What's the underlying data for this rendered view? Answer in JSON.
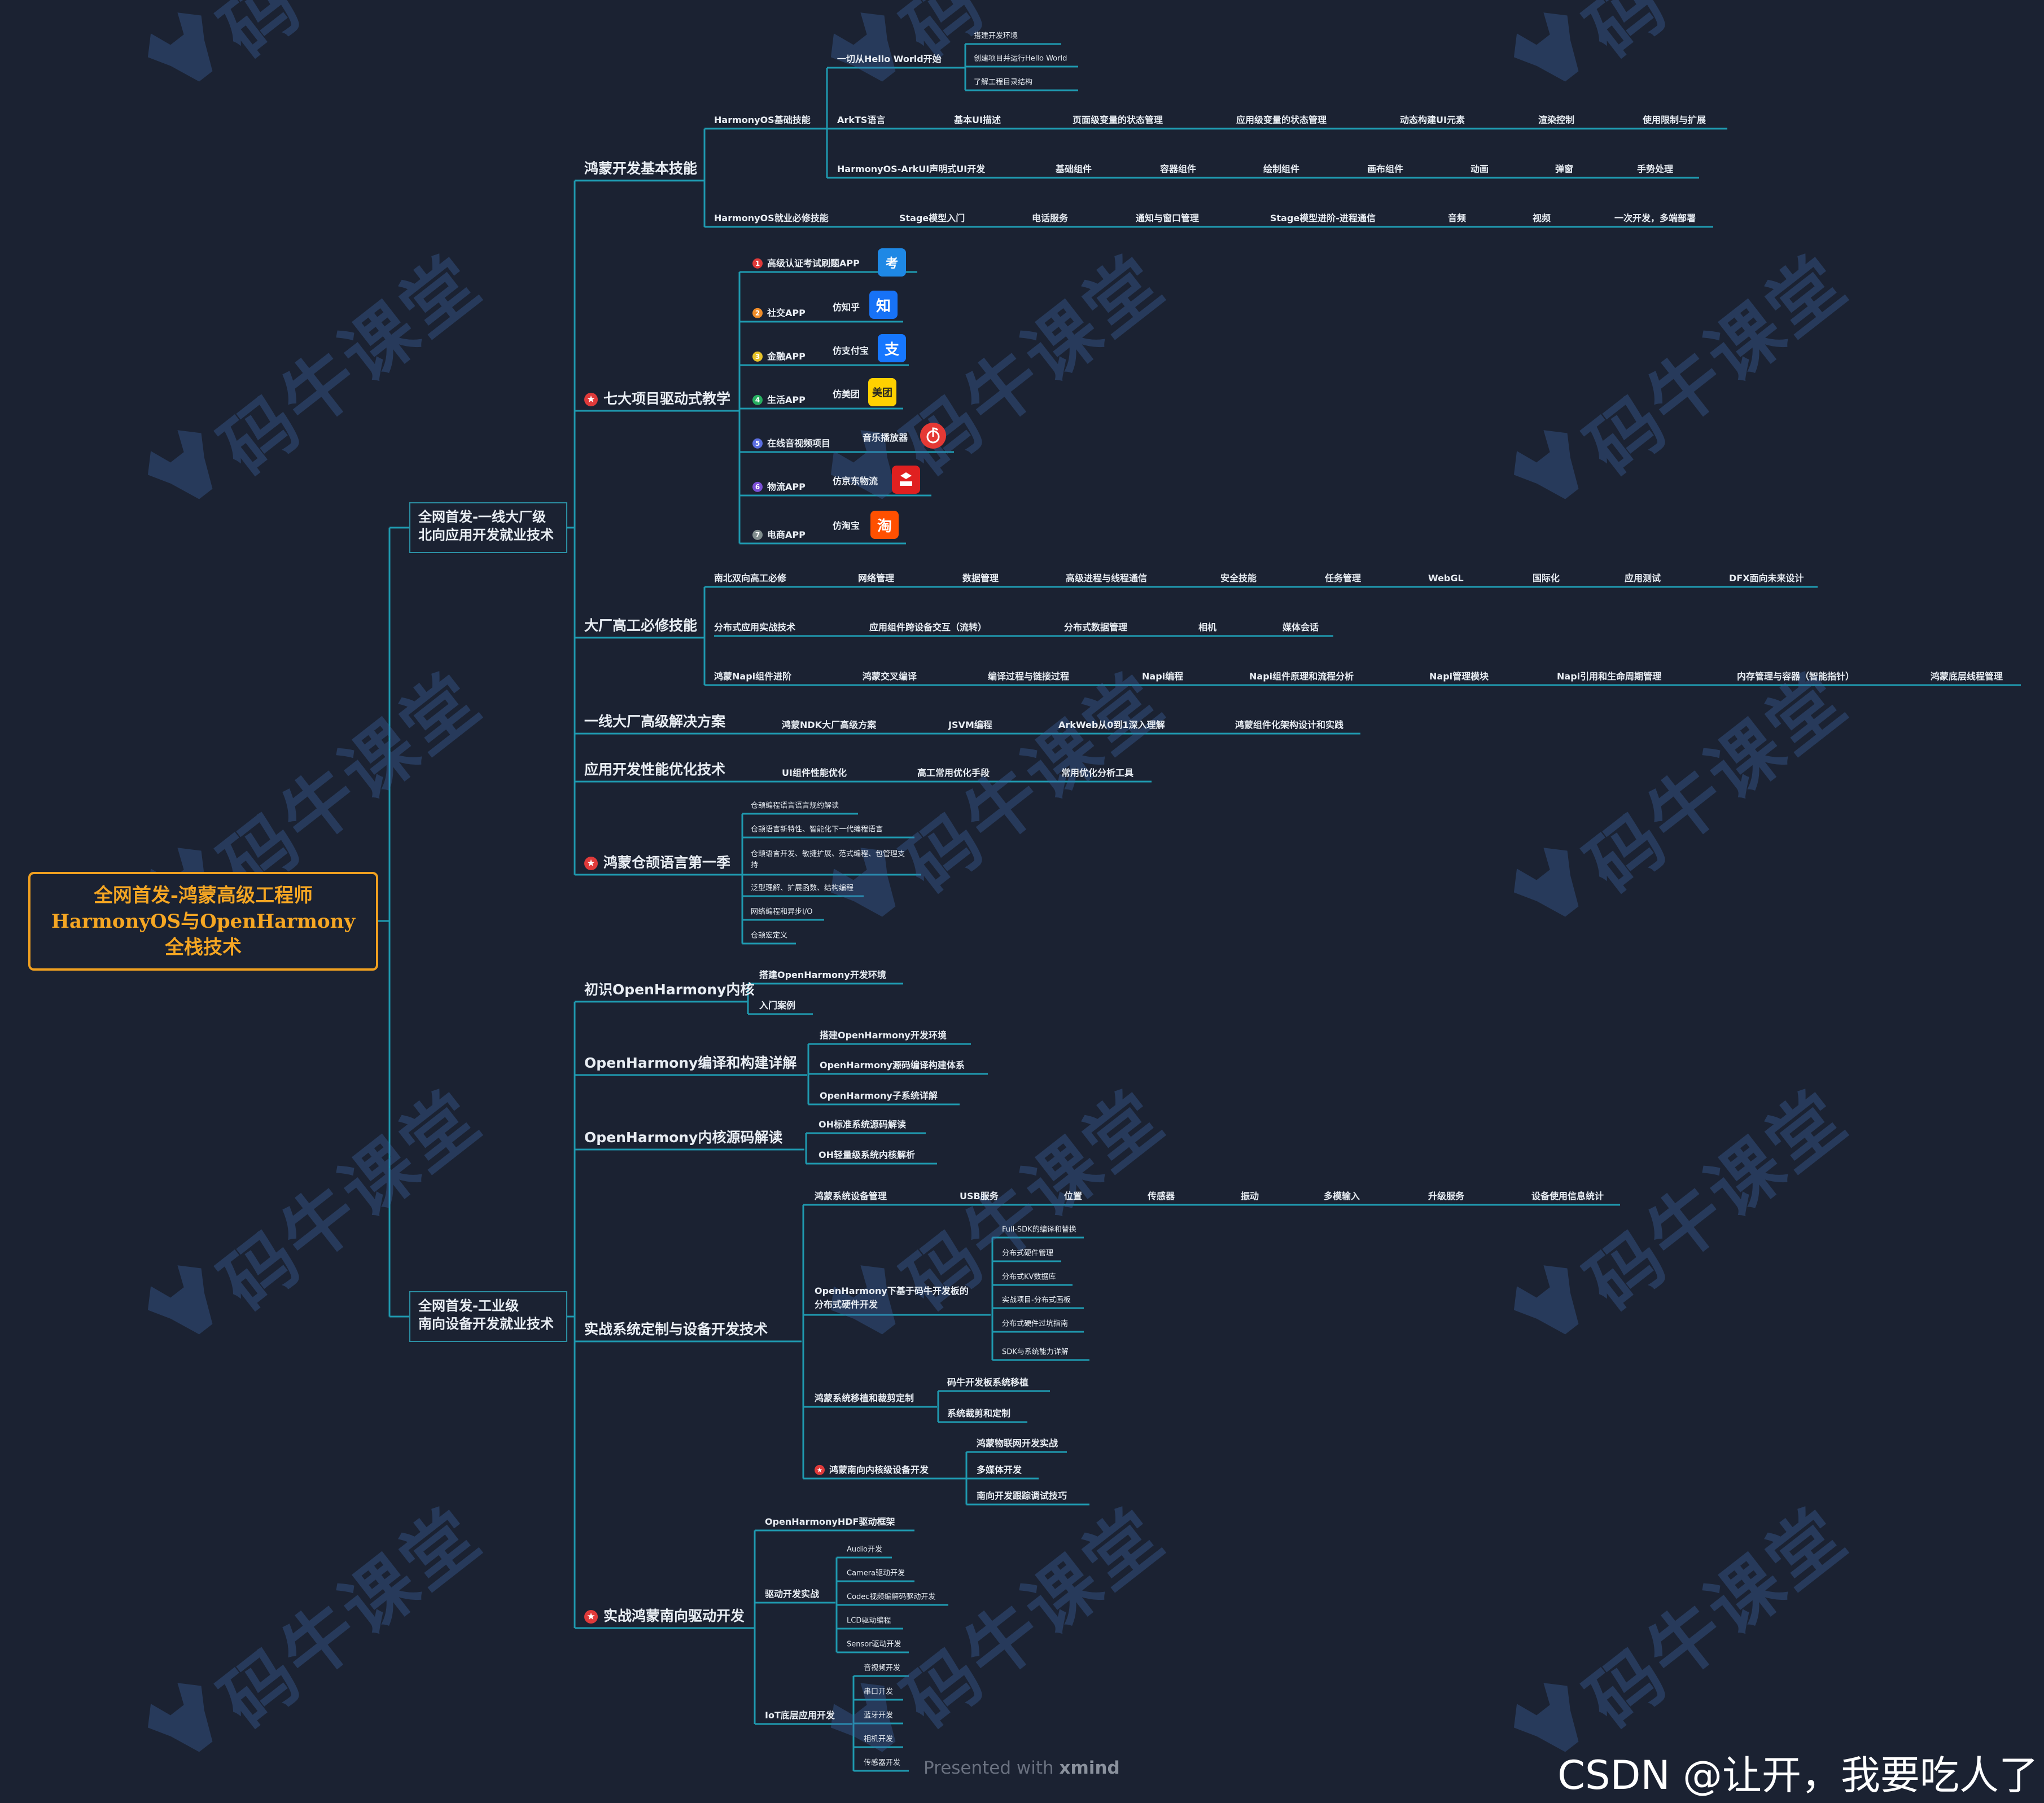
{
  "colors": {
    "background": "#1b2232",
    "branch": "#1f9ab0",
    "root_border": "#f0a020",
    "root_text": "#f5a623",
    "text": "#e8edf3",
    "star": "#e03a3a"
  },
  "watermark": {
    "text": "码牛课堂",
    "icon": "bull-head-logo"
  },
  "root": {
    "lines": [
      "全网首发-鸿蒙高级工程师",
      "HarmonyOS与OpenHarmony",
      "全栈技术"
    ]
  },
  "branch_north": {
    "lines": [
      "全网首发-一线大厂级",
      "北向应用开发就业技术"
    ]
  },
  "branch_south": {
    "lines": [
      "全网首发-工业级",
      "南向设备开发就业技术"
    ]
  },
  "n": {
    "hm_basic": "鸿蒙开发基本技能",
    "hm_os_basic": "HarmonyOS基础技能",
    "hello": "一切从Hello World开始",
    "hello_1": "搭建开发环境",
    "hello_2": "创建项目并运行Hello World",
    "hello_3": "了解工程目录结构",
    "arkts": "ArkTS语言",
    "arkts_1": "基本UI描述",
    "arkts_2": "页面级变量的状态管理",
    "arkts_3": "应用级变量的状态管理",
    "arkts_4": "动态构建UI元素",
    "arkts_5": "渲染控制",
    "arkts_6": "使用限制与扩展",
    "arkui": "HarmonyOS-ArkUI声明式UI开发",
    "arkui_1": "基础组件",
    "arkui_2": "容器组件",
    "arkui_3": "绘制组件",
    "arkui_4": "画布组件",
    "arkui_5": "动画",
    "arkui_6": "弹窗",
    "arkui_7": "手势处理",
    "job_skill": "HarmonyOS就业必修技能",
    "job_1": "Stage模型入门",
    "job_2": "电话服务",
    "job_3": "通知与窗口管理",
    "job_4": "Stage模型进阶-进程通信",
    "job_5": "音频",
    "job_6": "视频",
    "job_7": "一次开发，多端部署",
    "seven": "七大项目驱动式教学",
    "p1": "高级认证考试刷题APP",
    "p2": "社交APP",
    "p2b": "仿知乎",
    "p3": "金融APP",
    "p3b": "仿支付宝",
    "p4": "生活APP",
    "p4b": "仿美团",
    "p5": "在线音视频项目",
    "p5b": "音乐播放器",
    "p6": "物流APP",
    "p6b": "仿京东物流",
    "p7": "电商APP",
    "p7b": "仿淘宝",
    "icon_zhihu": "知",
    "icon_alipay": "支",
    "icon_meituan": "美团",
    "icon_taobao": "淘",
    "icon_exam": "考",
    "big": "大厂高工必修技能",
    "nb": "南北双向高工必修",
    "nb_1": "网络管理",
    "nb_2": "数据管理",
    "nb_3": "高级进程与线程通信",
    "nb_4": "安全技能",
    "nb_5": "任务管理",
    "nb_6": "WebGL",
    "nb_7": "国际化",
    "nb_8": "应用测试",
    "nb_9": "DFX面向未来设计",
    "dist": "分布式应用实战技术",
    "dist_1": "应用组件跨设备交互（流转）",
    "dist_2": "分布式数据管理",
    "dist_3": "相机",
    "dist_4": "媒体会话",
    "napi": "鸿蒙Napi组件进阶",
    "napi_1": "鸿蒙交叉编译",
    "napi_2": "编译过程与链接过程",
    "napi_3": "Napi编程",
    "napi_4": "Napi组件原理和流程分析",
    "napi_5": "Napi管理模块",
    "napi_6": "Napi引用和生命周期管理",
    "napi_7": "内存管理与容器（智能指针）",
    "napi_8": "鸿蒙底层线程管理",
    "adv": "一线大厂高级解决方案",
    "adv_1": "鸿蒙NDK大厂高级方案",
    "adv_2": "JSVM编程",
    "adv_3": "ArkWeb从0到1深入理解",
    "adv_4": "鸿蒙组件化架构设计和实践",
    "perf": "应用开发性能优化技术",
    "perf_1": "UI组件性能优化",
    "perf_2": "高工常用优化手段",
    "perf_3": "常用优化分析工具",
    "cj": "鸿蒙仓颉语言第一季",
    "cj_1": "仓颉编程语言语言规约解读",
    "cj_2": "仓颉语言新特性、智能化下一代编程语言",
    "cj_3a": "仓颉语言开发、敏捷扩展、范式编程、包管理支",
    "cj_3b": "持",
    "cj_4": "泛型理解、扩展函数、结构编程",
    "cj_5": "网络编程和异步I/O",
    "cj_6": "仓颉宏定义",
    "oh_first": "初识OpenHarmony内核",
    "oh_first_1": "搭建OpenHarmony开发环境",
    "oh_first_2": "入门案例",
    "oh_build": "OpenHarmony编译和构建详解",
    "oh_build_1": "搭建OpenHarmony开发环境",
    "oh_build_2": "OpenHarmony源码编译构建体系",
    "oh_build_3": "OpenHarmony子系统详解",
    "oh_src": "OpenHarmony内核源码解读",
    "oh_src_1": "OH标准系统源码解读",
    "oh_src_2": "OH轻量级系统内核解析",
    "sys": "实战系统定制与设备开发技术",
    "dev_mgr": "鸿蒙系统设备管理",
    "dev_1": "USB服务",
    "dev_2": "位置",
    "dev_3": "传感器",
    "dev_4": "振动",
    "dev_5": "多模输入",
    "dev_6": "升级服务",
    "dev_7": "设备使用信息统计",
    "hw_a": "OpenHarmony下基于码牛开发板的",
    "hw_b": "分布式硬件开发",
    "hw_1": "Full-SDK的编译和替换",
    "hw_2": "分布式硬件管理",
    "hw_3": "分布式KV数据库",
    "hw_4": "实战项目-分布式画板",
    "hw_5": "分布式硬件过坑指南",
    "hw_6": "SDK与系统能力详解",
    "port": "鸿蒙系统移植和裁剪定制",
    "port_1": "码牛开发板系统移植",
    "port_2": "系统裁剪和定制",
    "south": "鸿蒙南向内核级设备开发",
    "south_1": "鸿蒙物联网开发实战",
    "south_2": "多媒体开发",
    "south_3": "南向开发跟踪调试技巧",
    "drv": "实战鸿蒙南向驱动开发",
    "hdf": "OpenHarmonyHDF驱动框架",
    "drv_dev": "驱动开发实战",
    "drv_1": "Audio开发",
    "drv_2": "Camera驱动开发",
    "drv_3": "Codec视频编解码驱动开发",
    "drv_4": "LCD驱动编程",
    "drv_5": "Sensor驱动开发",
    "iot": "IoT底层应用开发",
    "iot_1": "音视频开发",
    "iot_2": "串口开发",
    "iot_3": "蓝牙开发",
    "iot_4": "相机开发",
    "iot_5": "传感器开发"
  },
  "footer": {
    "presented": "Presented with",
    "brand": "xmind"
  },
  "csdn": "CSDN @让开，我要吃人了"
}
